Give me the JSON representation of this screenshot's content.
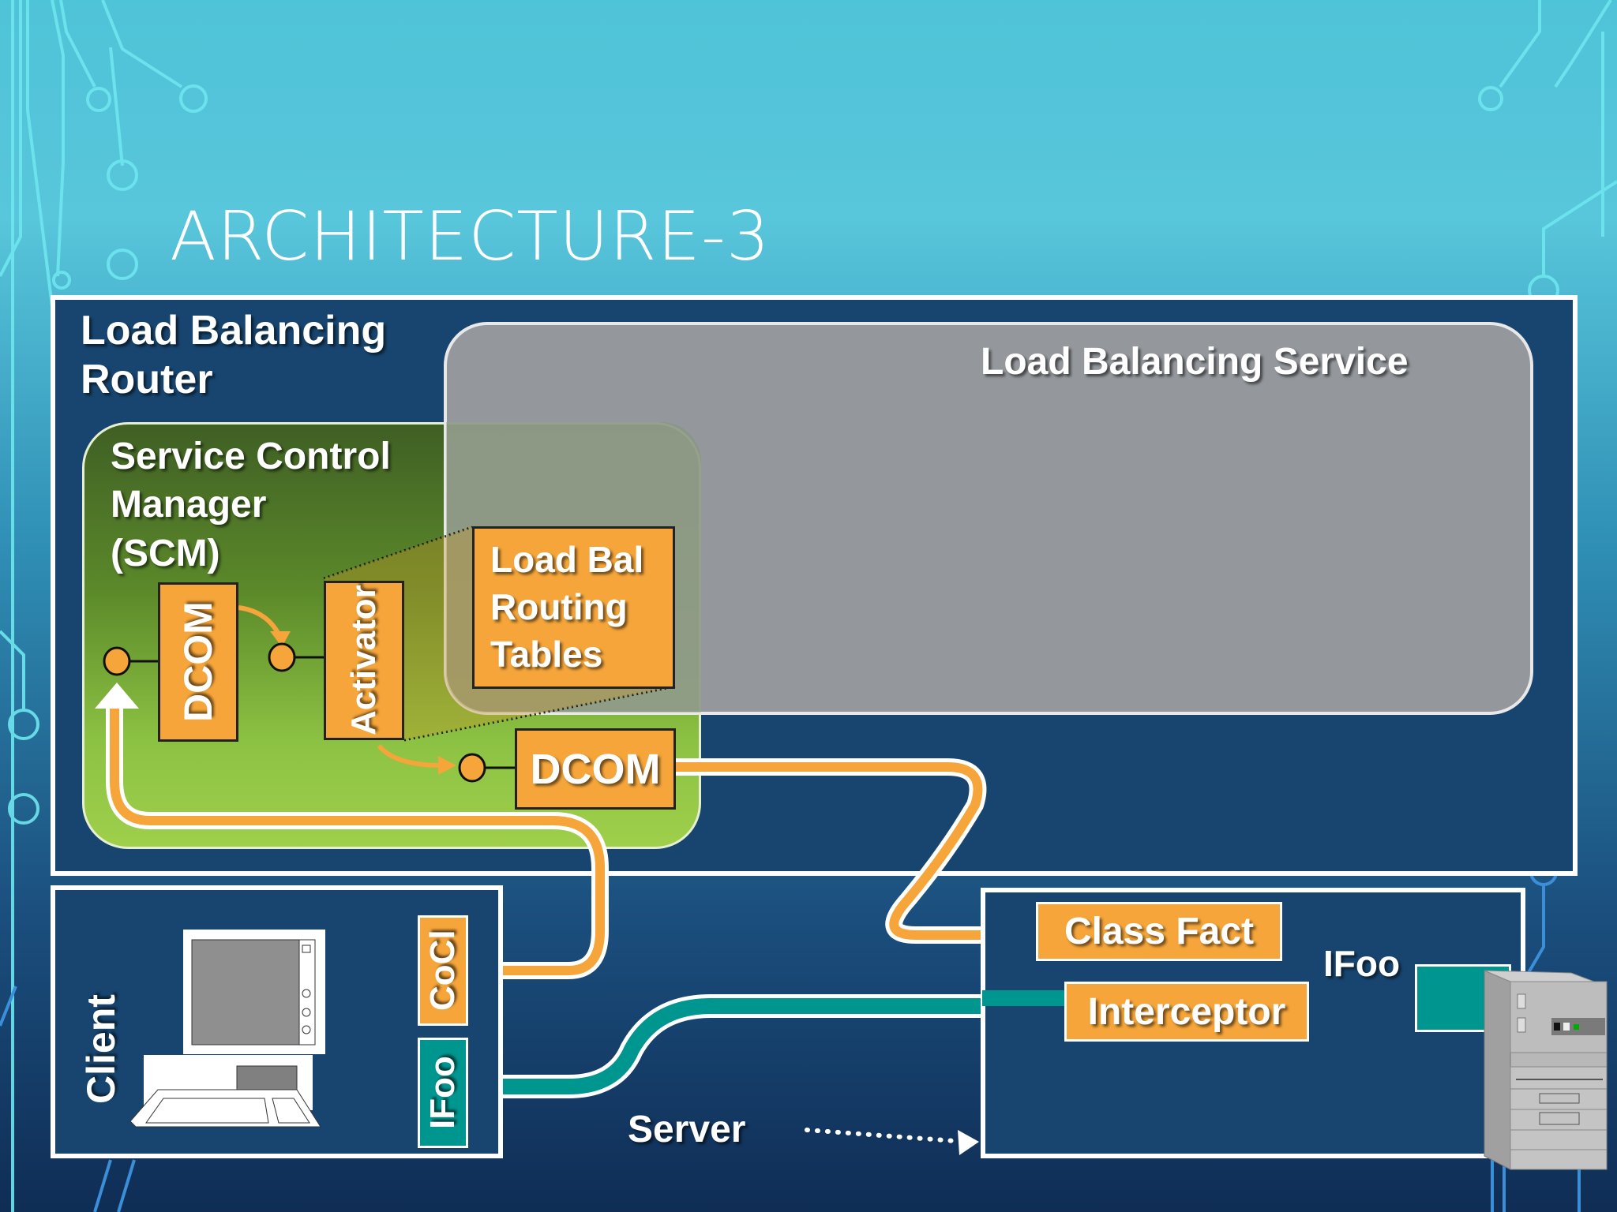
{
  "slide": {
    "title": "ARCHITECTURE-3"
  },
  "router": {
    "label_line1": "Load Balancing",
    "label_line2": "Router"
  },
  "lb_service": {
    "label": "Load Balancing Service"
  },
  "scm": {
    "label_line1": "Service Control",
    "label_line2": "Manager",
    "label_line3": "(SCM)",
    "dcom_vertical": "DCOM",
    "activator": "Activator",
    "routing_tables_line1": "Load Bal",
    "routing_tables_line2": "Routing",
    "routing_tables_line3": "Tables",
    "dcom_out": "DCOM"
  },
  "client": {
    "label": "Client",
    "cocl": "CoCl",
    "ifoo": "IFoo"
  },
  "server": {
    "label": "Server",
    "class_fact": "Class Fact",
    "interceptor": "Interceptor",
    "ifoo": "IFoo"
  },
  "colors": {
    "orange": "#f5a53a",
    "teal": "#009690",
    "navy": "#17456f",
    "gray_panel": "#999999"
  }
}
